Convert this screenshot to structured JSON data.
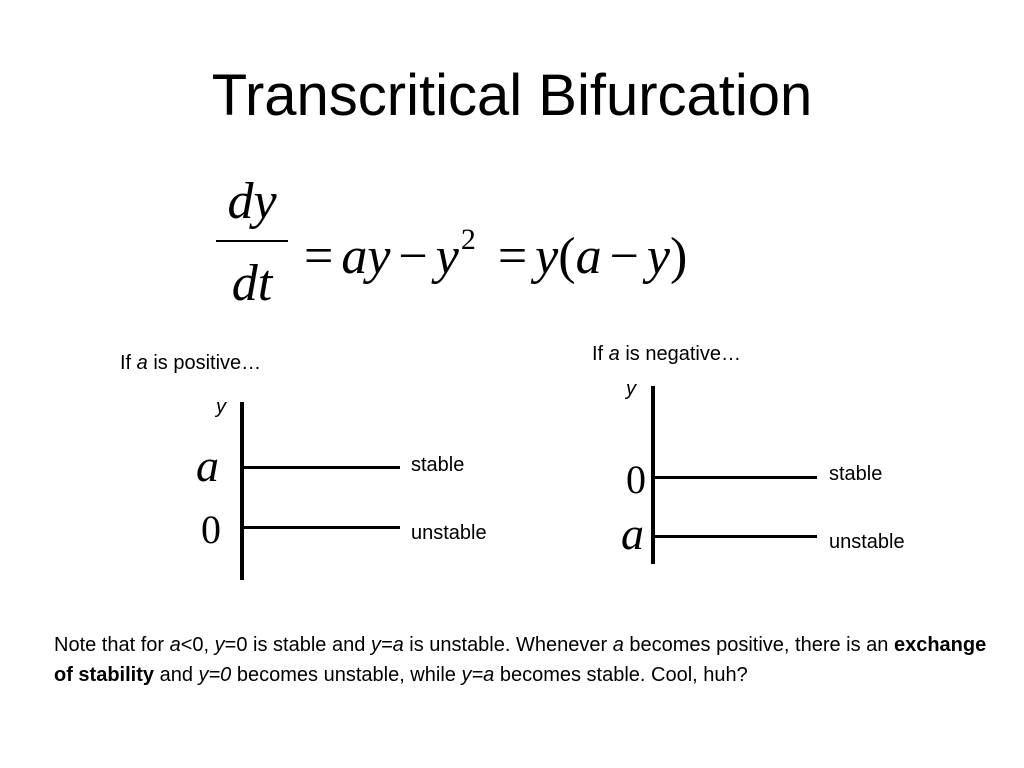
{
  "title": "Transcritical Bifurcation",
  "equation": {
    "numerator": "dy",
    "denominator": "dt",
    "eq1": "=",
    "term1": "ay",
    "minus1": "−",
    "term2": "y",
    "power": "2",
    "eq2": "=",
    "term3": "y",
    "open_paren": "(",
    "term4": "a",
    "minus2": "−",
    "term5": "y",
    "close_paren": ")"
  },
  "left_panel": {
    "caption_pre": "If ",
    "caption_var": "a",
    "caption_post": " is positive…",
    "axis_label": "y",
    "upper_value": "a",
    "upper_state": "stable",
    "lower_value": "0",
    "lower_state": "unstable"
  },
  "right_panel": {
    "caption_pre": "If ",
    "caption_var": "a",
    "caption_post": " is negative…",
    "axis_label": "y",
    "upper_value": "0",
    "upper_state": "stable",
    "lower_value": "a",
    "lower_state": "unstable"
  },
  "note": {
    "p1": "Note that for ",
    "v1": "a",
    "p2": "<0, ",
    "v2": "y",
    "p3": "=0 is stable and ",
    "v3": "y=a",
    "p4": " is unstable.  Whenever ",
    "v4": "a",
    "p5": " becomes positive, there is an ",
    "bold": "exchange of stability",
    "p6": " and ",
    "v5": "y=0",
    "p7": " becomes unstable, while ",
    "v6": "y=a",
    "p8": " becomes stable.  Cool, huh?"
  }
}
